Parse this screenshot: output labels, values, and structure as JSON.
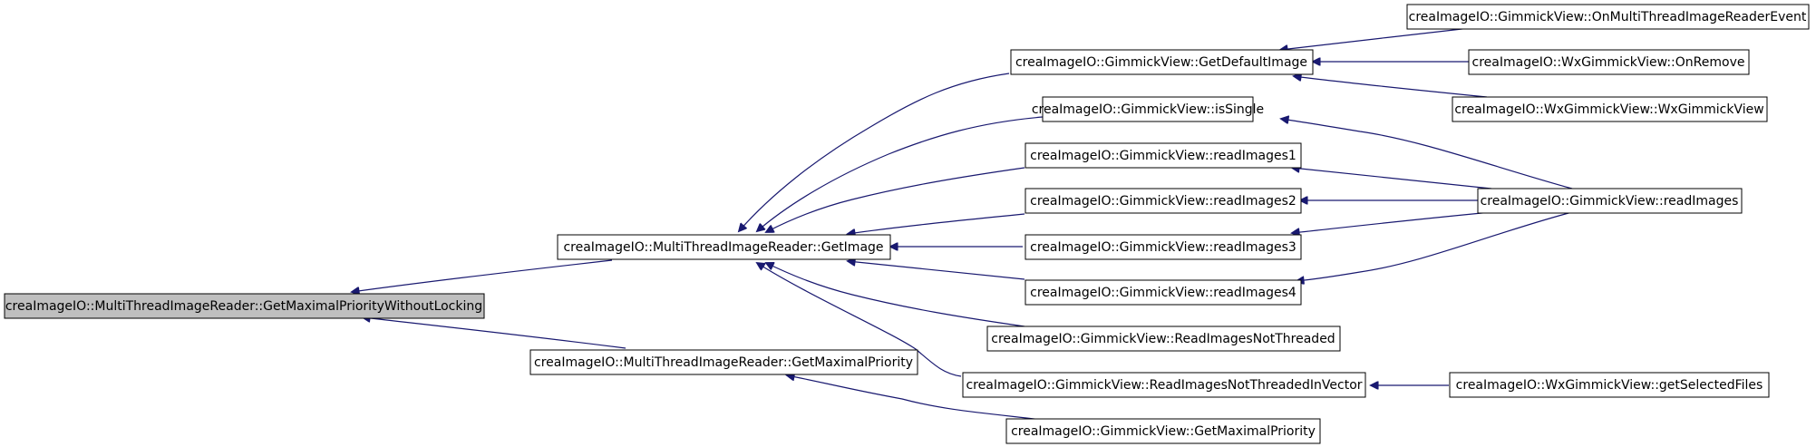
{
  "colors": {
    "edge": "#191970",
    "node_fill": "#ffffff",
    "highlight_fill": "#bfbfbf",
    "border": "#000000"
  },
  "nodes": {
    "root": "creaImageIO::MultiThreadImageReader::GetMaximalPriorityWithoutLocking",
    "mtr_getimage": "creaImageIO::MultiThreadImageReader::GetImage",
    "mtr_getmaxprio": "creaImageIO::MultiThreadImageReader::GetMaximalPriority",
    "gv_getdefaultimage": "creaImageIO::GimmickView::GetDefaultImage",
    "gv_issingle": "creaImageIO::GimmickView::isSingle",
    "gv_readimages1": "creaImageIO::GimmickView::readImages1",
    "gv_readimages2": "creaImageIO::GimmickView::readImages2",
    "gv_readimages3": "creaImageIO::GimmickView::readImages3",
    "gv_readimages4": "creaImageIO::GimmickView::readImages4",
    "gv_readnotthreaded": "creaImageIO::GimmickView::ReadImagesNotThreaded",
    "gv_readnotthreadedvec": "creaImageIO::GimmickView::ReadImagesNotThreadedInVector",
    "gv_getmaxprio": "creaImageIO::GimmickView::GetMaximalPriority",
    "gv_onmtrevent": "creaImageIO::GimmickView::OnMultiThreadImageReaderEvent",
    "wx_onremove": "creaImageIO::WxGimmickView::OnRemove",
    "wx_ctor": "creaImageIO::WxGimmickView::WxGimmickView",
    "gv_readimages": "creaImageIO::GimmickView::readImages",
    "wx_getselectedfiles": "creaImageIO::WxGimmickView::getSelectedFiles"
  }
}
